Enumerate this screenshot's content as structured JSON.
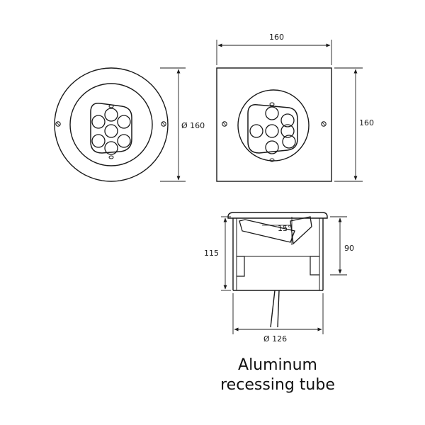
{
  "dimensions": {
    "round_diameter": "Ø 160",
    "square_width": "160",
    "square_height": "160",
    "side_height_outer": "115",
    "side_height_inner": "90",
    "side_angle": "15°",
    "side_diameter": "Ø 126"
  },
  "caption": {
    "line1": "Aluminum",
    "line2": "recessing tube"
  },
  "colors": {
    "line": "#1a1a1a",
    "background": "#ffffff"
  }
}
